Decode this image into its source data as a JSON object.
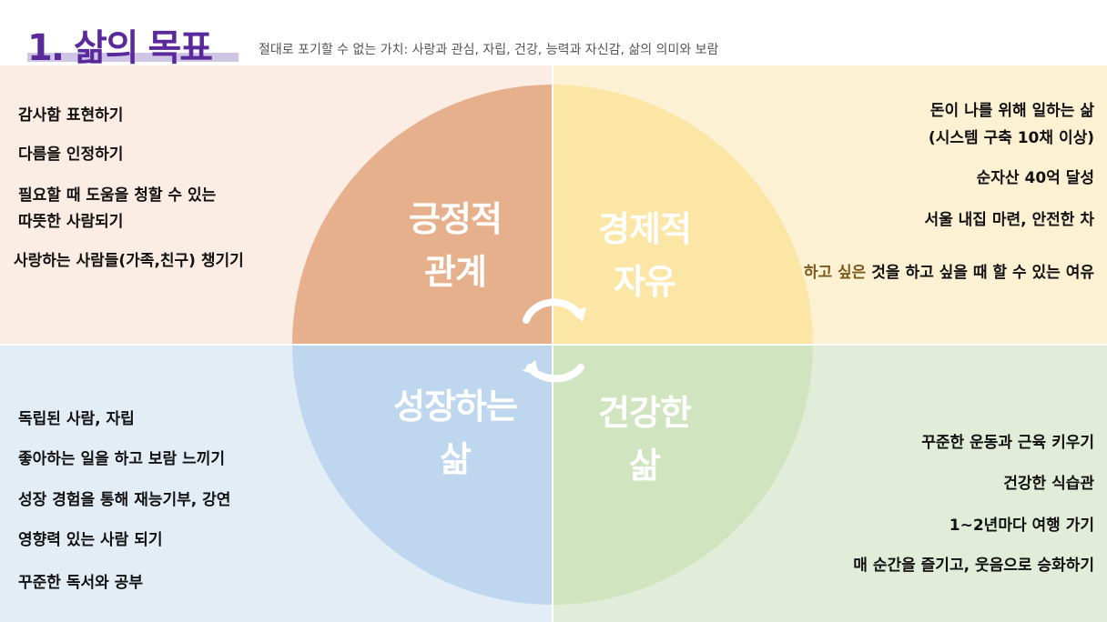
{
  "header": {
    "title": "1. 삶의 목표",
    "subtitle": "절대로 포기할 수 없는 가치: 사랑과 관심, 자립, 건강, 능력과 자신감, 삶의 의미와 보람"
  },
  "colors": {
    "tl_bg": "#fbece4",
    "tr_bg": "#fdf1d3",
    "bl_bg": "#e3edf6",
    "br_bg": "#e2edd9",
    "tl_seg": "#e5b08b",
    "tr_seg": "#fbe6a6",
    "bl_seg": "#bfd7ee",
    "br_seg": "#d0e4bf",
    "title": "#5b2a9a"
  },
  "quadrants": {
    "tl": {
      "label_1": "긍정적",
      "label_2": "관계",
      "items": [
        "감사함 표현하기",
        "다름을 인정하기",
        "필요할 때 도움을 청할 수 있는",
        "따뜻한 사람되기",
        "사랑하는 사람들(가족,친구) 챙기기"
      ]
    },
    "tr": {
      "label_1": "경제적",
      "label_2": "자유",
      "items": [
        "돈이 나를 위해 일하는 삶",
        "(시스템 구축 10채 이상)",
        "순자산 40억 달성",
        "서울 내집 마련, 안전한 차"
      ],
      "last_highlight": "하고 싶은",
      "last_rest": " 것을 하고 싶을 때 할 수 있는 여유"
    },
    "bl": {
      "label_1": "성장하는",
      "label_2": "삶",
      "items": [
        "독립된 사람, 자립",
        "좋아하는 일을 하고 보람 느끼기",
        "성장 경험을 통해 재능기부, 강연",
        "영향력 있는 사람 되기",
        "꾸준한 독서와 공부"
      ]
    },
    "br": {
      "label_1": "건강한",
      "label_2": "삶",
      "items": [
        "꾸준한 운동과 근육 키우기",
        "건강한 식습관",
        "1~2년마다 여행 가기",
        "매 순간을 즐기고, 웃음으로 승화하기"
      ]
    }
  }
}
